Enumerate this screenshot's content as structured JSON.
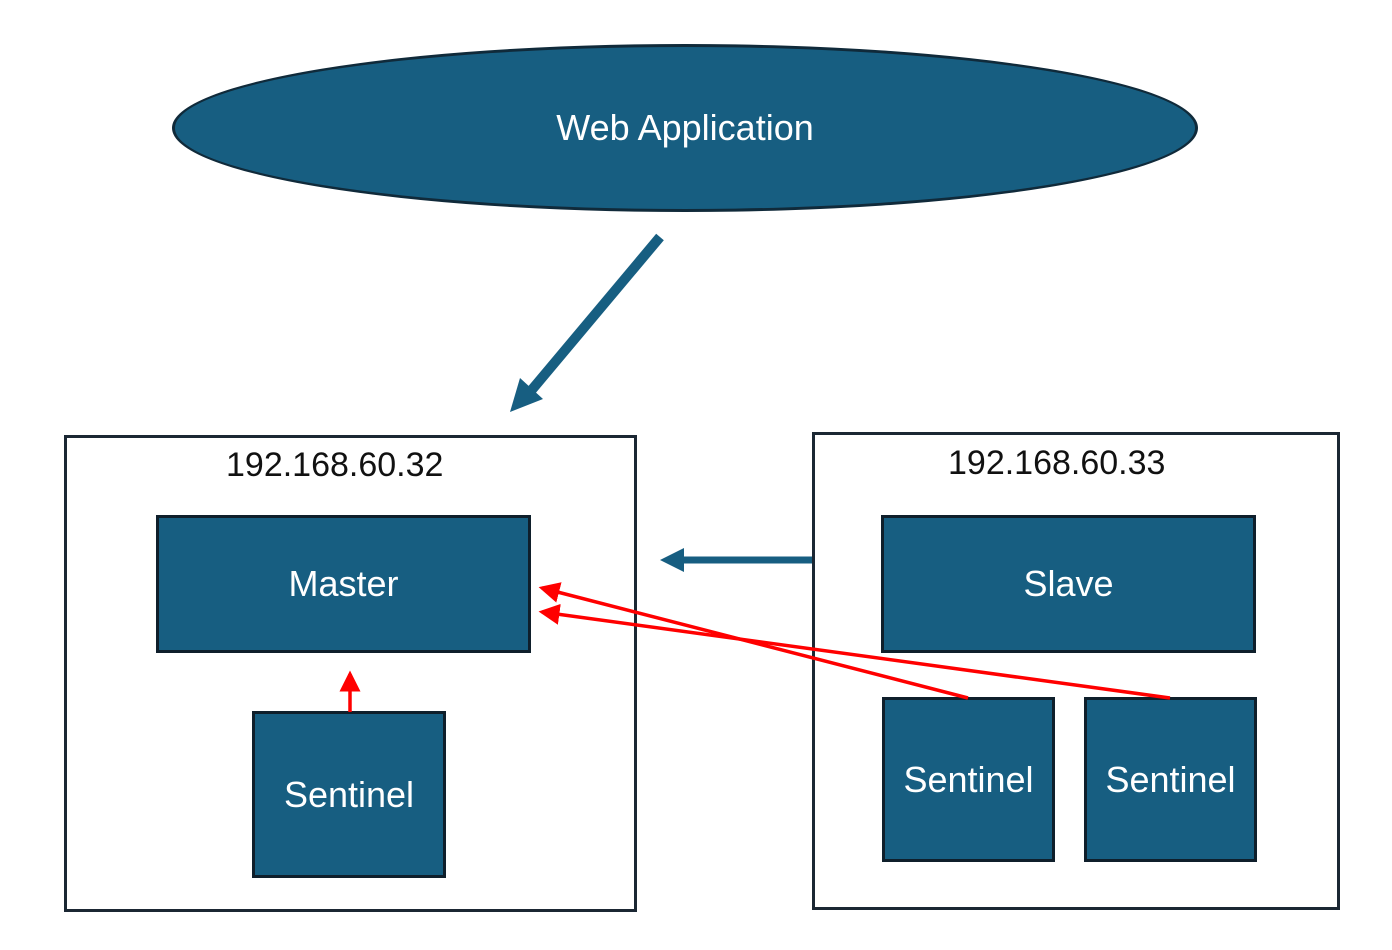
{
  "web_app": {
    "label": "Web Application"
  },
  "hosts": [
    {
      "ip": "192.168.60.32"
    },
    {
      "ip": "192.168.60.33"
    }
  ],
  "nodes": {
    "master": "Master",
    "slave": "Slave",
    "sentinel_1": "Sentinel",
    "sentinel_2": "Sentinel",
    "sentinel_3": "Sentinel"
  },
  "colors": {
    "node_fill": "#175e81",
    "node_border": "#0f1f2b",
    "arrow_blue": "#175e81",
    "arrow_red": "#ff0000",
    "host_border": "#1b2733"
  }
}
